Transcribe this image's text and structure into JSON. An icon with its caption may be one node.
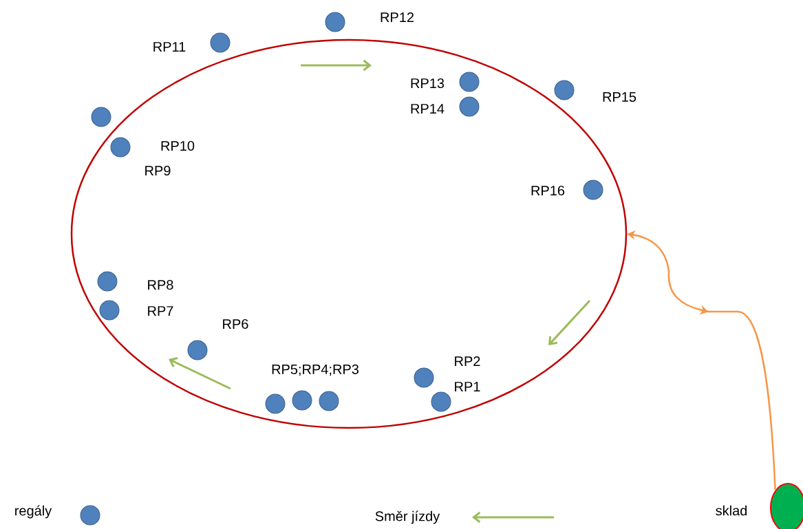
{
  "diagram": {
    "nodes": [
      {
        "text": [],
        "shape": "ellipse"
      },
      {
        "text": [],
        "shape": "ellipse",
        "beside": [
          "sklad"
        ]
      }
    ],
    "edges": [
      {
        "from": 1,
        "to": 0,
        "arrow": "to",
        "color": "#f79646"
      }
    ],
    "labels": [
      "RP12",
      "RP11",
      "RP13",
      "RP15",
      "RP14",
      "RP10",
      "RP9",
      "RP16",
      "RP8",
      "RP7",
      "RP6",
      "RP5;RP4;RP3",
      "RP2",
      "RP1"
    ],
    "legend": [
      {
        "text": "regály"
      },
      {
        "text": "Směr jízdy"
      }
    ]
  }
}
